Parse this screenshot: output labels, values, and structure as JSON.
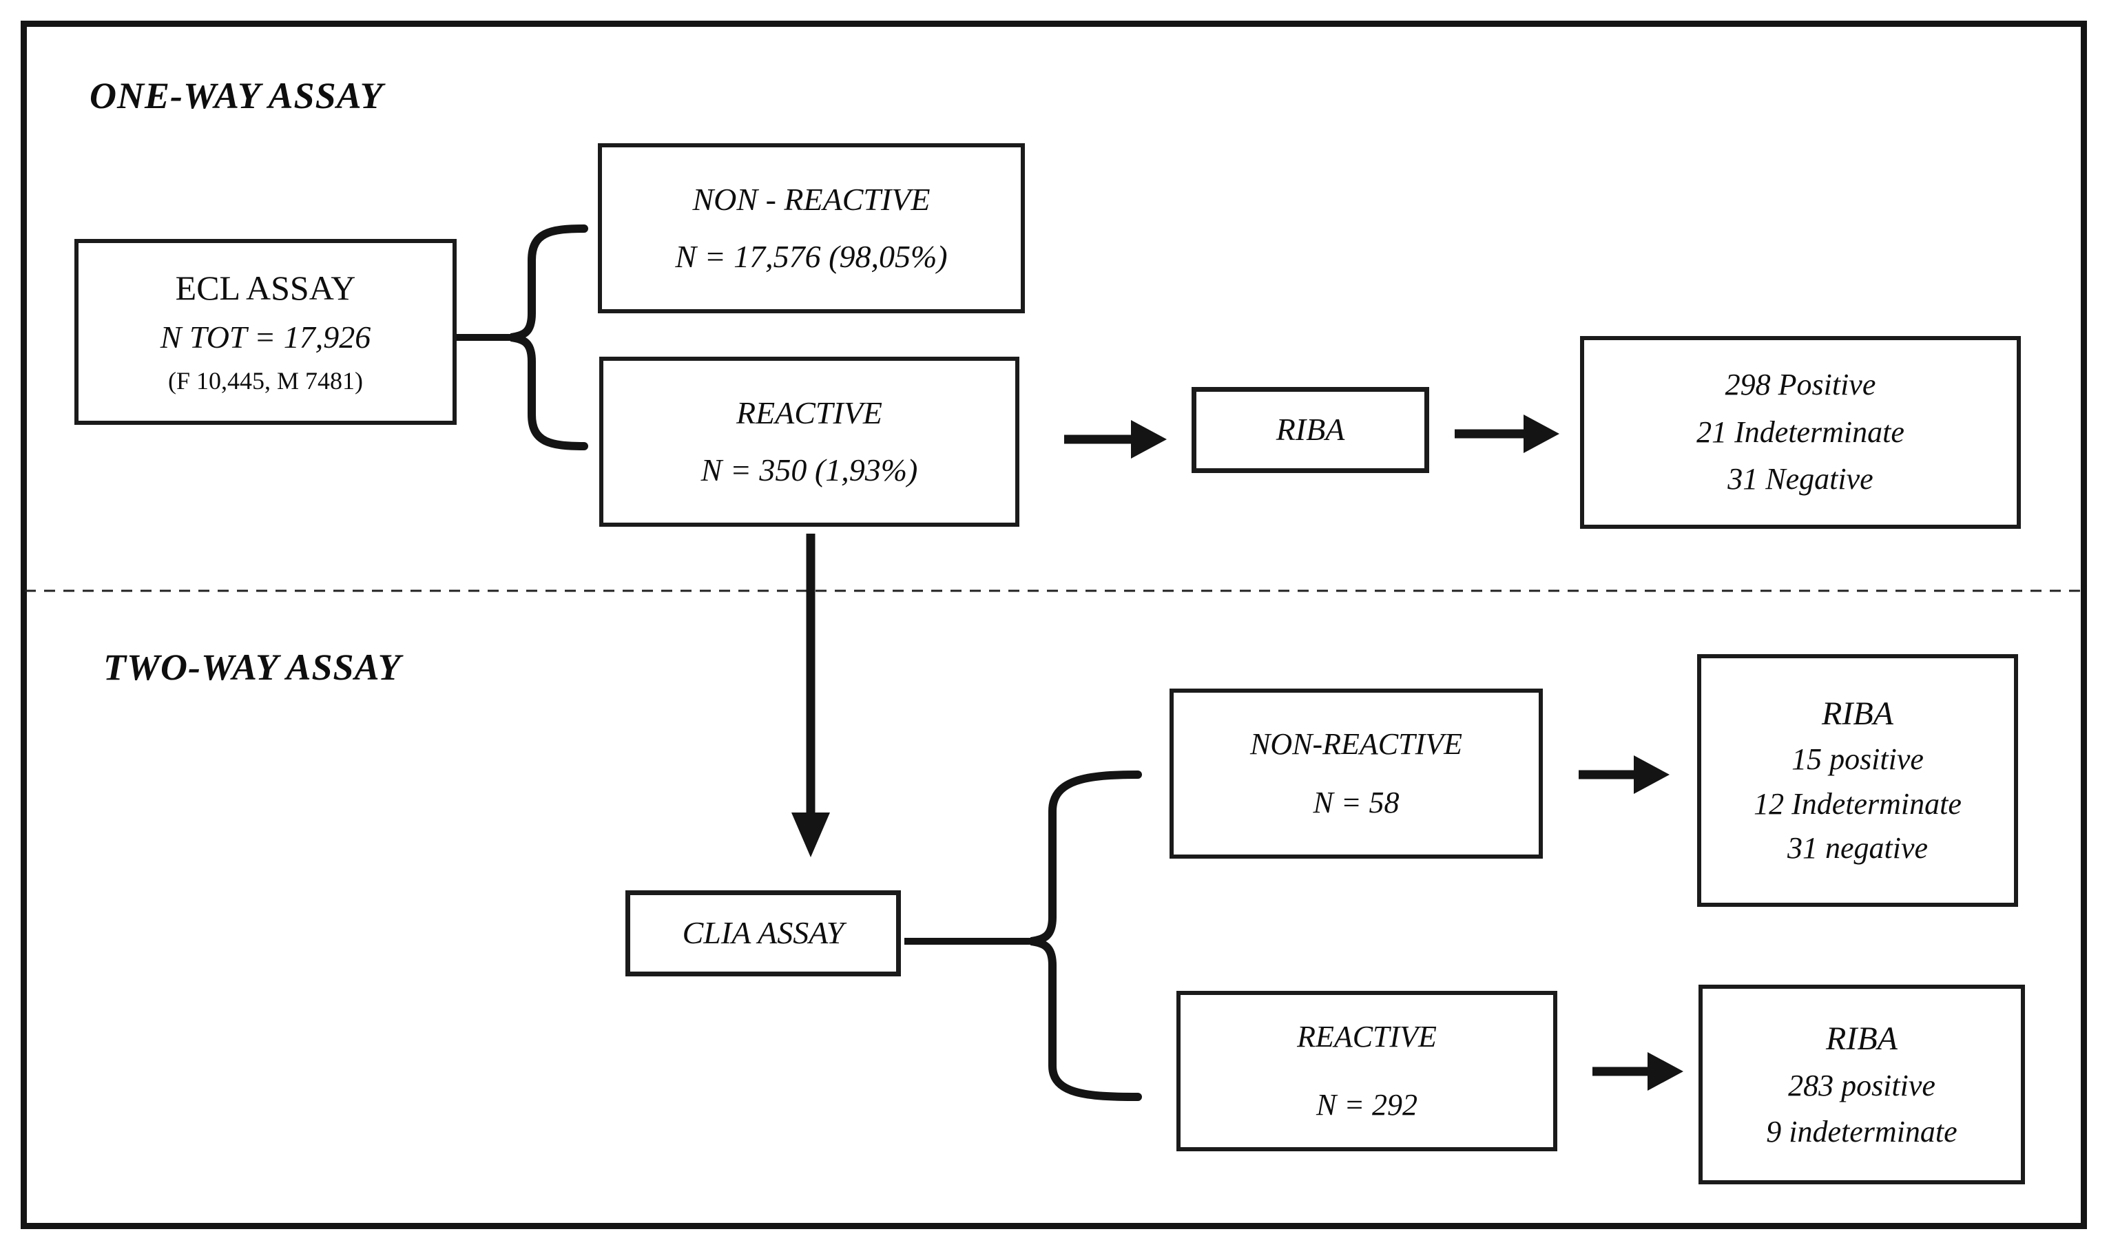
{
  "sections": {
    "one_way": {
      "title": "ONE-WAY ASSAY"
    },
    "two_way": {
      "title": "TWO-WAY ASSAY"
    }
  },
  "nodes": {
    "ecl": {
      "line1": "ECL ASSAY",
      "line2": "N TOT = 17,926",
      "line3": "(F 10,445, M 7481)"
    },
    "non_reactive_1": {
      "line1": "NON - REACTIVE",
      "line2": "N = 17,576 (98,05%)"
    },
    "reactive_1": {
      "line1": "REACTIVE",
      "line2": "N = 350 (1,93%)"
    },
    "riba_1": {
      "label": "RIBA"
    },
    "riba_1_results": {
      "line1": "298 Positive",
      "line2": "21 Indeterminate",
      "line3": "31 Negative"
    },
    "clia": {
      "label": "CLIA ASSAY"
    },
    "non_reactive_2": {
      "line1": "NON-REACTIVE",
      "line2": "N = 58"
    },
    "riba_2": {
      "title": "RIBA",
      "line1": "15 positive",
      "line2": "12 Indeterminate",
      "line3": "31 negative"
    },
    "reactive_2": {
      "line1": "REACTIVE",
      "line2": "N = 292"
    },
    "riba_3": {
      "title": "RIBA",
      "line1": "283 positive",
      "line2": "9 indeterminate"
    }
  },
  "colors": {
    "ink": "#141414",
    "background": "#ffffff"
  }
}
